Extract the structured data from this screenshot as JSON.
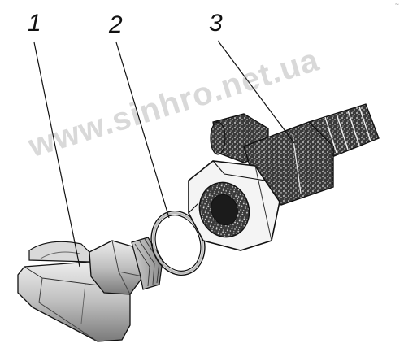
{
  "callouts": {
    "part1": "1",
    "part2": "2",
    "part3": "3"
  },
  "watermark": "www.sinhro.net.ua",
  "corner_mark": "~",
  "colors": {
    "line": "#111111",
    "part_light": "#d6d6d6",
    "part_mid": "#9e9e9e",
    "part_dark": "#555555",
    "watermark": "#9a9a9a"
  }
}
